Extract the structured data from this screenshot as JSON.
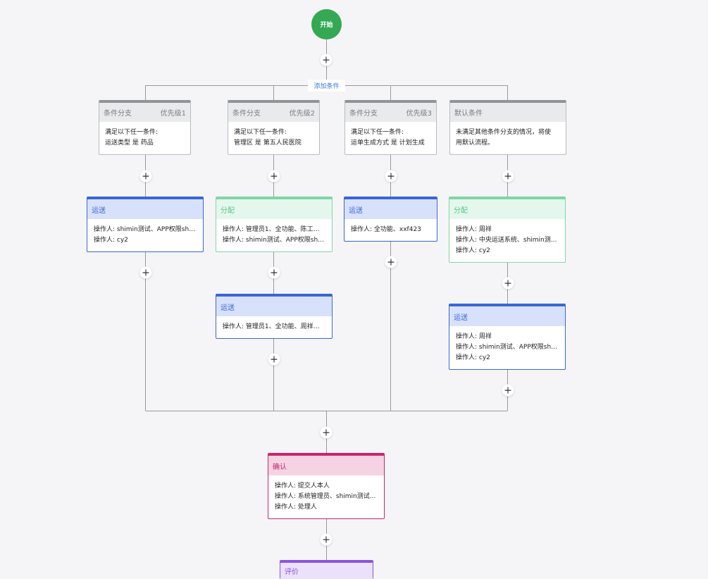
{
  "start": {
    "label": "开始"
  },
  "add_condition": {
    "label": "添加条件"
  },
  "add_symbol": "+",
  "branches": [
    {
      "title": "条件分支",
      "priority": "优先级1",
      "lines": [
        "满足以下任一条件:",
        "运送类型 是 药品"
      ]
    },
    {
      "title": "条件分支",
      "priority": "优先级2",
      "lines": [
        "满足以下任一条件:",
        "管理区 是 第五人民医院"
      ]
    },
    {
      "title": "条件分支",
      "priority": "优先级3",
      "lines": [
        "满足以下任一条件:",
        "运单生成方式 是 计划生成"
      ]
    },
    {
      "title": "默认条件",
      "priority": "",
      "lines": [
        "未满足其他条件分支的情况，将使",
        "用默认流程。"
      ]
    }
  ],
  "nodes": [
    {
      "title": "运送",
      "type": "deliver",
      "lines": [
        "操作人: shimin测试、APP权限shi...",
        "操作人: cy2"
      ]
    },
    {
      "title": "分配",
      "type": "assign",
      "lines": [
        "操作人: 管理员1、全功能、陈工、...",
        "操作人: shimin测试、APP权限shi..."
      ]
    },
    {
      "title": "运送",
      "type": "deliver",
      "lines": [
        "操作人: 管理员1、全功能、周祥、..."
      ]
    },
    {
      "title": "运送",
      "type": "deliver",
      "lines": [
        "操作人: 全功能、xxf423"
      ]
    },
    {
      "title": "分配",
      "type": "assign",
      "lines": [
        "操作人: 周祥",
        "操作人: 中央运送系统、shimin测...",
        "操作人: cy2"
      ]
    },
    {
      "title": "运送",
      "type": "deliver",
      "lines": [
        "操作人: 周祥",
        "操作人: shimin测试、APP权限shi...",
        "操作人: cy2"
      ]
    },
    {
      "title": "确认",
      "type": "confirm",
      "lines": [
        "操作人: 提交人本人",
        "操作人: 系统管理员、shimin测试...",
        "操作人: 处理人"
      ]
    },
    {
      "title": "评价",
      "type": "evaluate",
      "lines": []
    }
  ],
  "colors": {
    "start": "#34a853",
    "deliver": "#3a66d6",
    "assign": "#7fd6a8",
    "confirm": "#c8266f",
    "evaluate": "#8a55e0",
    "condition": "#8f939a"
  }
}
